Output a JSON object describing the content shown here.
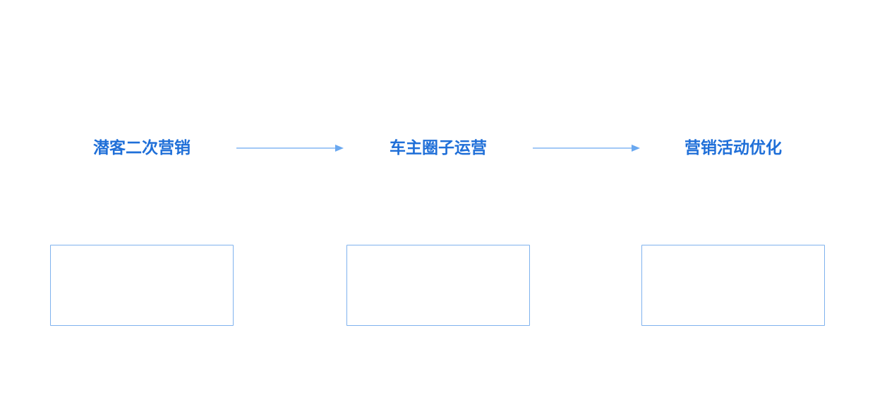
{
  "flow": {
    "stages": [
      {
        "title": "潜客二次营销"
      },
      {
        "title": "车主圈子运营"
      },
      {
        "title": "营销活动优化"
      }
    ]
  },
  "colors": {
    "title": "#1f6fd8",
    "arrow": "#6aa8f0",
    "box_border": "#7fb2ee"
  }
}
